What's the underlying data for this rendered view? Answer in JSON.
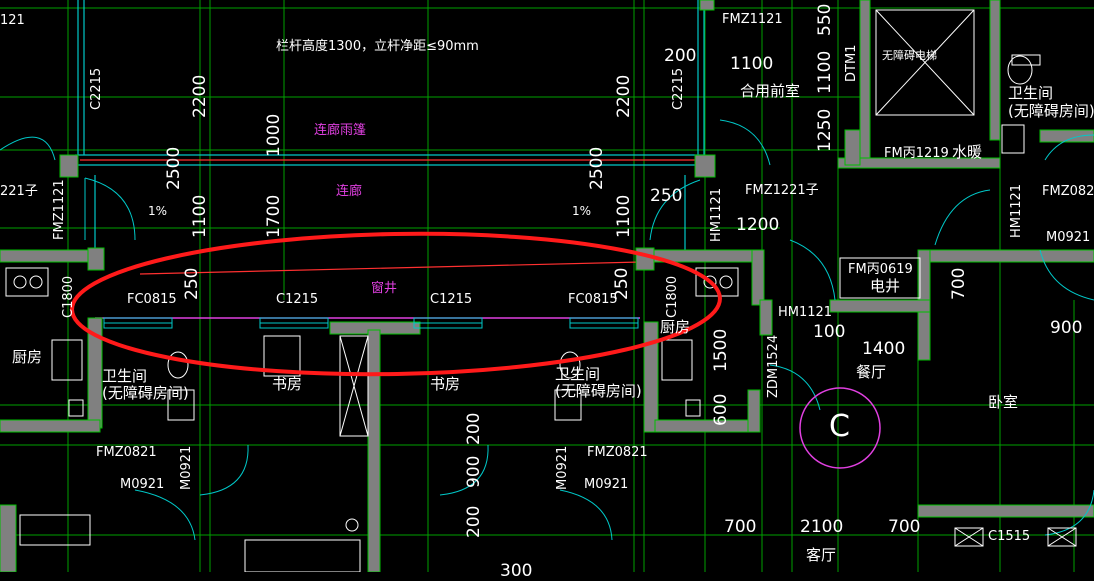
{
  "colors": {
    "background": "#000000",
    "wall": "#7f7f7f",
    "wall_edge": "#00c000",
    "axis": "#00b000",
    "window": "#00c8c8",
    "text": "#ffffff",
    "magenta": "#e040e0",
    "highlight": "#e00000"
  },
  "notes": {
    "railing": "栏杆高度1300，立杆净距≤90mm",
    "canopy": "连廊雨篷",
    "corridor": "连廊",
    "window_well": "窗井"
  },
  "doors": {
    "fmz1121": "FMZ1121",
    "fmc1121_left": "FMZ1121",
    "fmz1221": "FMZ1221子",
    "fm1219": "FM丙1219",
    "fm0619": "FM丙0619",
    "hm1121_r": "HM1121",
    "hm1121": "HM1121",
    "m0921_r": "M0921",
    "zdm1524": "ZDM1524",
    "fmz0821_l": "FMZ0821",
    "fmz0821_r": "FMZ0821",
    "m0921_l": "M0921",
    "m0921_l2": "M0921",
    "m0921_c": "M0921",
    "m0921_c2": "M0921",
    "fmz082": "FMZ082",
    "fmz221_left": "221子",
    "left_edge_top": "121",
    "dtm1": "DTM1"
  },
  "windows": {
    "c2215_l": "C2215",
    "c2215_r": "C2215",
    "fc0815_l": "FC0815",
    "c1215_l": "C1215",
    "c1215_r": "C1215",
    "fc0815_r": "FC0815",
    "c1515": "C1515",
    "c1800_l": "C1800",
    "c1800_r": "C1800"
  },
  "rooms": {
    "elevator_lobby": "合用前室",
    "barrier_free_elevator": "无障碍电梯",
    "wc_barrier_free_r": "卫生间\n(无障碍房间)",
    "water_heating": "水暖",
    "kitchen_l": "厨房",
    "kitchen_r": "厨房",
    "wc_barrier_free_l": "卫生间\n(无障碍房间)",
    "study_l": "书房",
    "study_r": "书房",
    "wc_barrier_free_c": "卫生间\n(无障碍房间)",
    "shaft": "电井",
    "dining": "餐厅",
    "bedroom": "卧室",
    "living": "客厅",
    "axis_c": "C"
  },
  "dimensions": {
    "d2200_l": "2200",
    "d2200_r": "2200",
    "d1000": "1000",
    "d2500_l": "2500",
    "d2500_r": "2500",
    "d1100_l": "1100",
    "d1100_r": "1100",
    "d1700": "1700",
    "d250_l": "250",
    "d250_r": "250",
    "d250_top": "250",
    "d200_top": "200",
    "d1100_h": "1100",
    "d550": "550",
    "d1100_v": "1100",
    "d1250": "1250",
    "d1200": "1200",
    "d700_r": "700",
    "d900_r": "900",
    "d100": "100",
    "d1400": "1400",
    "d1500": "1500",
    "d600": "600",
    "d200_a": "200",
    "d900_a": "900",
    "d200_b": "200",
    "d700_a": "700",
    "d2100": "2100",
    "d700_b": "700",
    "d300": "300",
    "slope_l": "1%",
    "slope_r": "1%"
  }
}
